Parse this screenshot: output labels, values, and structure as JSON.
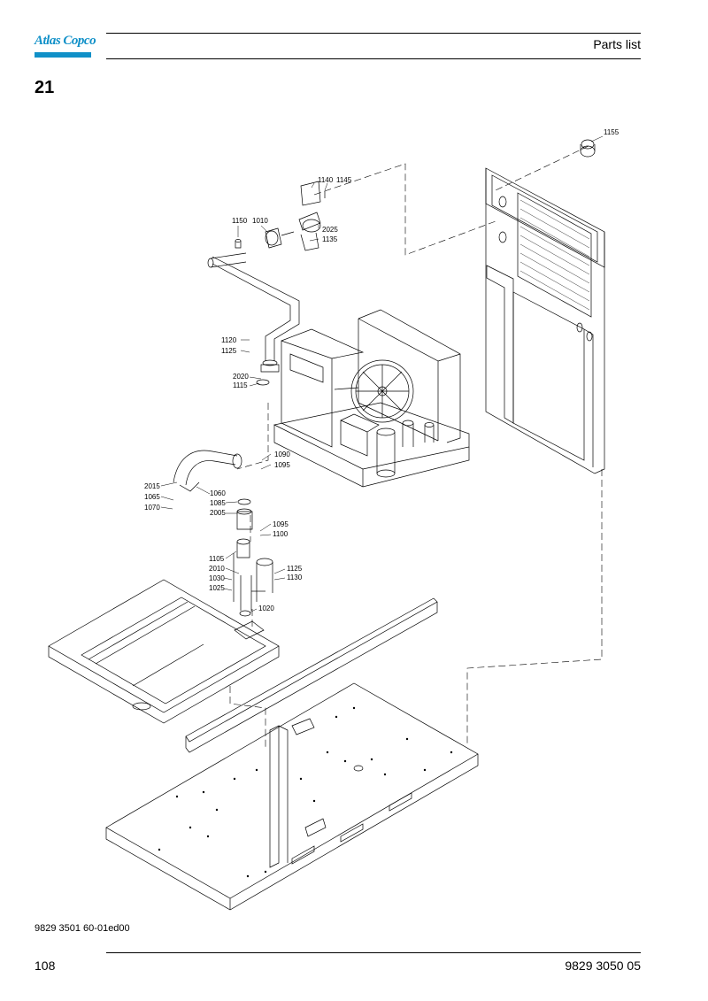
{
  "header": {
    "logo_text": "Atlas Copco",
    "title": "Parts list",
    "brand_color": "#1090c8"
  },
  "section_number": "21",
  "callouts": [
    {
      "id": "c1155",
      "label": "1155"
    },
    {
      "id": "c1140",
      "label": "1140"
    },
    {
      "id": "c1145",
      "label": "1145"
    },
    {
      "id": "c1150",
      "label": "1150"
    },
    {
      "id": "c1010",
      "label": "1010"
    },
    {
      "id": "c2025",
      "label": "2025"
    },
    {
      "id": "c1135",
      "label": "1135"
    },
    {
      "id": "c1120",
      "label": "1120"
    },
    {
      "id": "c1125a",
      "label": "1125"
    },
    {
      "id": "c2020",
      "label": "2020"
    },
    {
      "id": "c1115",
      "label": "1115"
    },
    {
      "id": "c1090",
      "label": "1090"
    },
    {
      "id": "c1095a",
      "label": "1095"
    },
    {
      "id": "c2015",
      "label": "2015"
    },
    {
      "id": "c1065",
      "label": "1065"
    },
    {
      "id": "c1070",
      "label": "1070"
    },
    {
      "id": "c1060",
      "label": "1060"
    },
    {
      "id": "c1085",
      "label": "1085"
    },
    {
      "id": "c2005",
      "label": "2005"
    },
    {
      "id": "c1095b",
      "label": "1095"
    },
    {
      "id": "c1100",
      "label": "1100"
    },
    {
      "id": "c1105",
      "label": "1105"
    },
    {
      "id": "c2010",
      "label": "2010"
    },
    {
      "id": "c1030",
      "label": "1030"
    },
    {
      "id": "c1025",
      "label": "1025"
    },
    {
      "id": "c1125b",
      "label": "1125"
    },
    {
      "id": "c1130",
      "label": "1130"
    },
    {
      "id": "c1020",
      "label": "1020"
    }
  ],
  "footer": {
    "doc_ref": "9829 3501 60-01ed00",
    "page_number": "108",
    "document_number": "9829 3050 05"
  }
}
